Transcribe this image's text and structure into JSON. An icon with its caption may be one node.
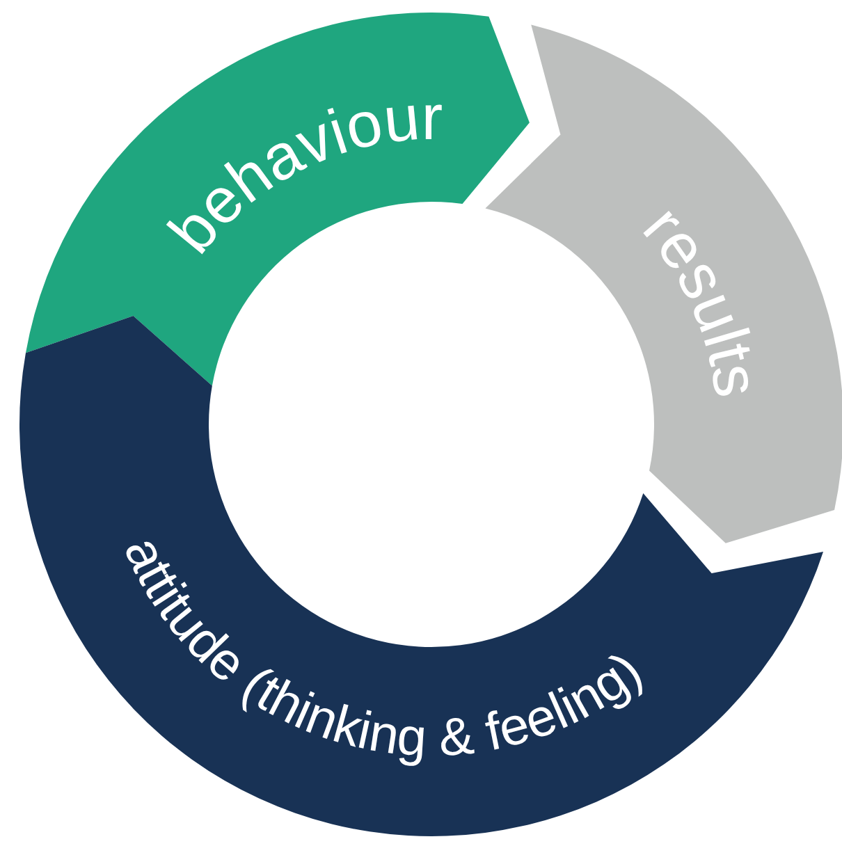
{
  "diagram": {
    "nodes": [
      {
        "text": [
          "behaviour"
        ]
      },
      {
        "text": [
          "results"
        ]
      },
      {
        "text": [
          "attitude (thinking & feeling)"
        ]
      }
    ]
  }
}
